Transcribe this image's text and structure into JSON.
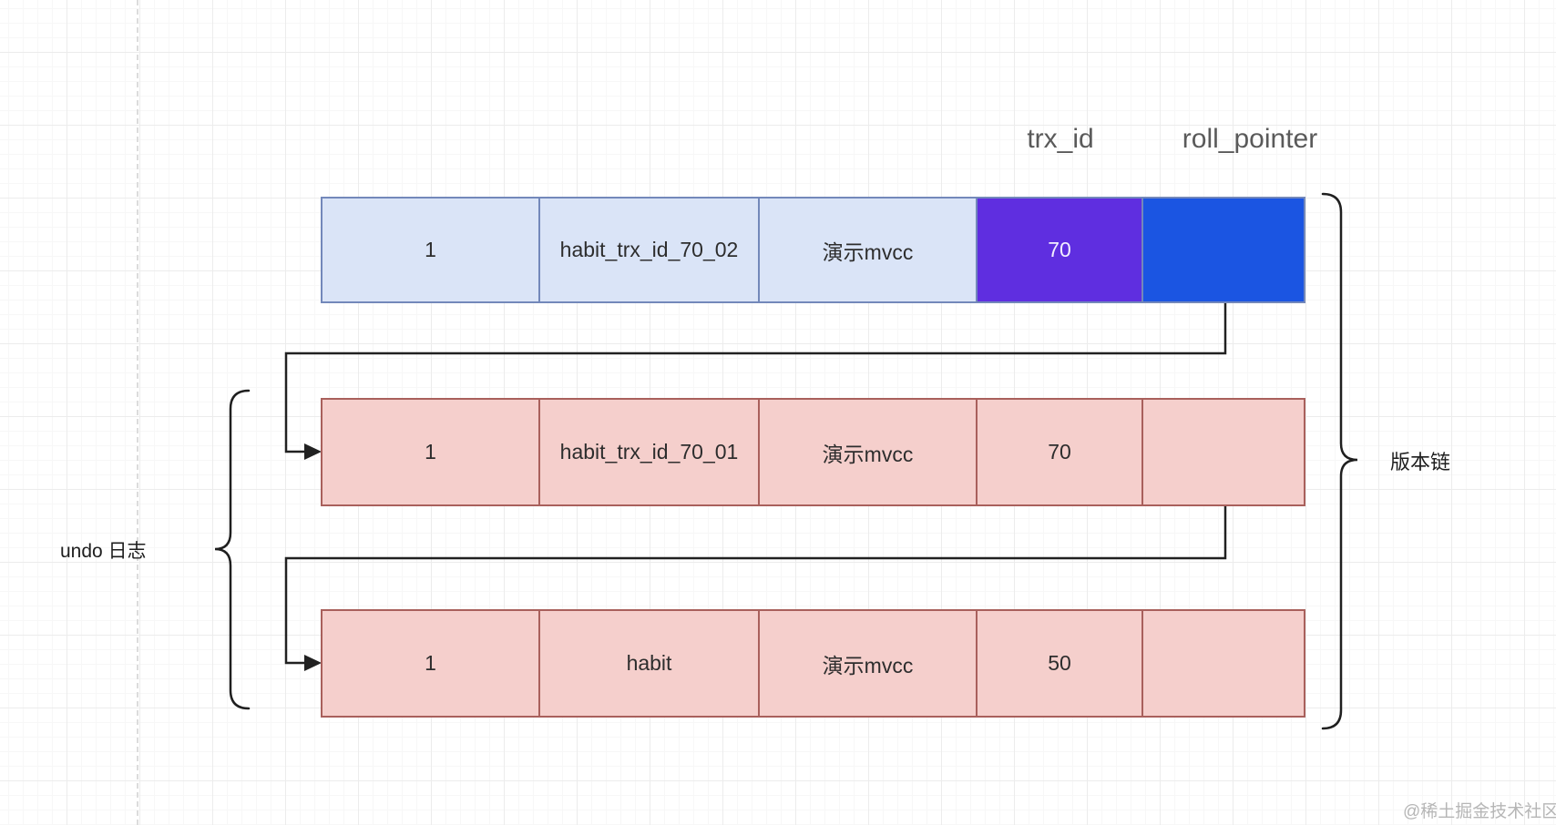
{
  "header": {
    "trx_id_label": "trx_id",
    "roll_pointer_label": "roll_pointer"
  },
  "rows": [
    {
      "id": "current-record",
      "cells": [
        "1",
        "habit_trx_id_70_02",
        "演示mvcc",
        "70",
        ""
      ]
    },
    {
      "id": "undo-version-1",
      "cells": [
        "1",
        "habit_trx_id_70_01",
        "演示mvcc",
        "70",
        ""
      ]
    },
    {
      "id": "undo-version-2",
      "cells": [
        "1",
        "habit",
        "演示mvcc",
        "50",
        ""
      ]
    }
  ],
  "annotations": {
    "undo_log_label": "undo 日志",
    "version_chain_label": "版本链"
  },
  "watermark": "@稀土掘金技术社区",
  "colors": {
    "record_fill": "#dae4f7",
    "record_border": "#7388ba",
    "trx_id_cell_fill": "#5f2ee0",
    "roll_pointer_cell_fill": "#1b55e2",
    "undo_fill": "#f5cfcc",
    "undo_border": "#a9605c",
    "connector": "#212121",
    "header_text": "#5a5a5a",
    "watermark_text": "#b6b6b6"
  }
}
